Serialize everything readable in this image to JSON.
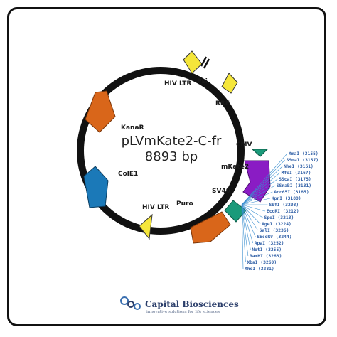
{
  "plasmid": {
    "name": "pLVmKate2-C-fr",
    "size": "8893 bp"
  },
  "features": [
    {
      "id": "hiv_ltr_top",
      "label": "HIV LTR",
      "color": "#f5e63a"
    },
    {
      "id": "psi",
      "label": "Psi",
      "color": "#111111"
    },
    {
      "id": "rre",
      "label": "RRE",
      "color": "#f5e63a"
    },
    {
      "id": "cmv",
      "label": "CMV",
      "color": "#1a9a7a"
    },
    {
      "id": "mkate2",
      "label": "mKate2",
      "color": "#8a1cc4"
    },
    {
      "id": "sv40",
      "label": "SV40",
      "color": "#1a9a7a"
    },
    {
      "id": "puro",
      "label": "Puro",
      "color": "#d9661a"
    },
    {
      "id": "hiv_ltr_bottom",
      "label": "HIV LTR",
      "color": "#f5e63a"
    },
    {
      "id": "cole1",
      "label": "ColE1",
      "color": "#1b79b8"
    },
    {
      "id": "kanar",
      "label": "KanaR",
      "color": "#d9661a"
    }
  ],
  "restriction_sites": [
    "XmaI (3155)",
    "SSmaI (3157)",
    "NheI (3161)",
    "MfeI (3167)",
    "SScaI (3175)",
    "SSnaBI (3181)",
    "Acc65I (3185)",
    "KpnI (3189)",
    "SbfI (3208)",
    "EcoRI (3212)",
    "SpeI (3218)",
    "AgeI (3224)",
    "SalI (3236)",
    "SEcoRV (3244)",
    "ApaI (3252)",
    "NotI (3255)",
    "BamHI (3263)",
    "XbaI (3269)",
    "XhoI (3281)"
  ],
  "logo": {
    "brand": "Capital Biosciences",
    "tagline": "innovative solutions for life sciences"
  },
  "colors": {
    "backbone": "#111111",
    "site_text": "#2f5fa6",
    "site_lines": "#3a8fd0"
  }
}
